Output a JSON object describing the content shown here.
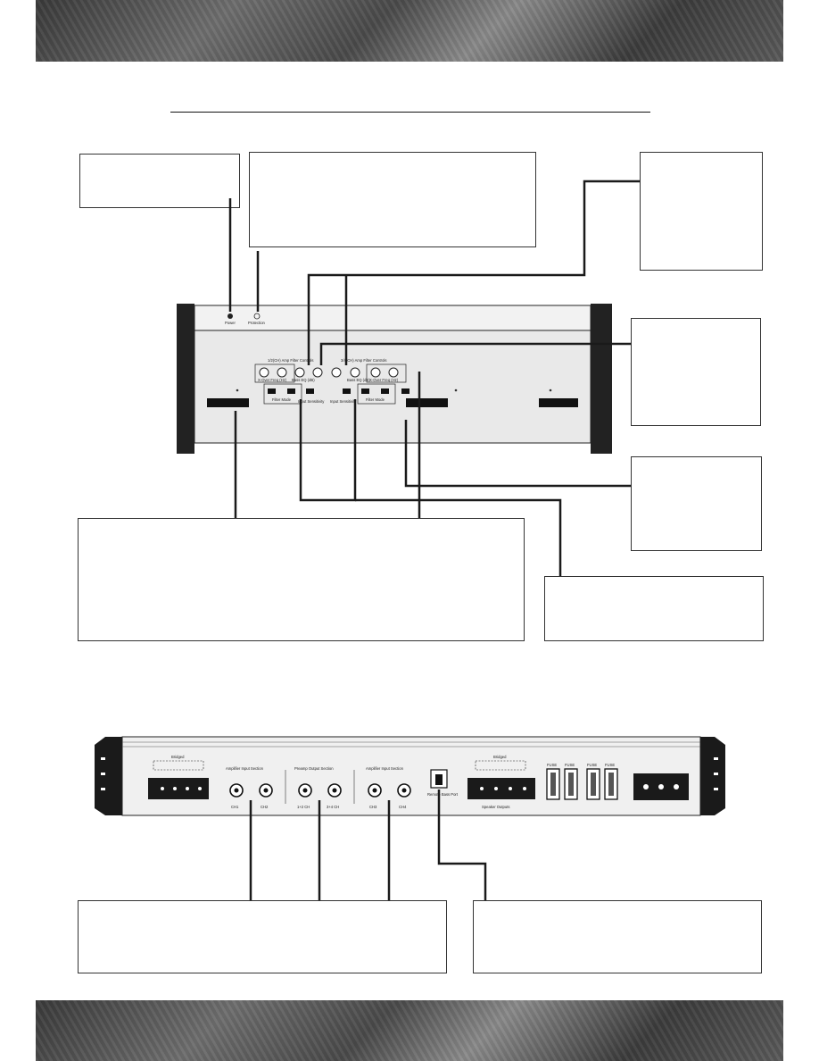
{
  "front_panel": {
    "power_label": "Power",
    "protection_label": "Protection",
    "ch12_controls_title": "1/2(CH) Amp Filter Controls",
    "ch34_controls_title": "3/4(CH) Amp Filter Controls",
    "filter_mode_label": "Filter Mode",
    "input_sensitivity_label": "Input Sensitivity",
    "crossover_label": "X-Over Freq (Hz)",
    "bass_eq_label": "Bass EQ (dB)"
  },
  "rear_panel": {
    "bridged_label": "Bridged",
    "amp_input_section": "Amplifier Input Section",
    "preamp_output_section": "Preamp Output Section",
    "amp_input_section_2": "Amplifier Input Section",
    "ch1": "CH1",
    "ch2": "CH2",
    "out_12": "1+2 CH",
    "out_34": "3+4 CH",
    "ch3": "CH3",
    "ch4": "CH4",
    "remote_bass_port": "Remote Bass Port",
    "speaker_outputs": "Speaker Outputs",
    "fuse_label": "FUSE",
    "ch_tag_1": "CH1",
    "ch_tag_2": "CH2",
    "ch_tag_3": "CH3",
    "ch_tag_4": "CH4"
  },
  "colors": {
    "band": "#5a5a5a",
    "line": "#1a1a1a",
    "panel": "#e9e9e9",
    "box": "#333333"
  }
}
